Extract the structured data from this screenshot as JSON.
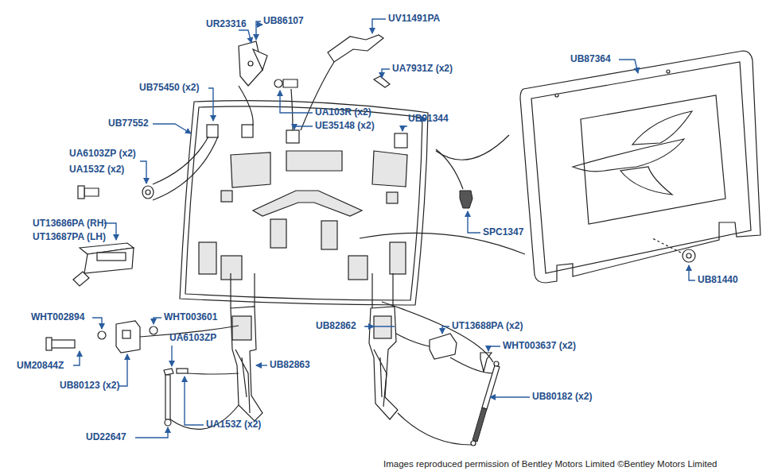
{
  "diagram": {
    "caption": "Images reproduced permission of Bentley Motors Limited ©Bentley Motors Limited",
    "labels": [
      "UR23316",
      "UB86107",
      "UV11491PA",
      "UB87364",
      "UA7931Z (x2)",
      "UB75450 (x2)",
      "UA103R (x2)",
      "UE35148 (x2)",
      "UB91344",
      "UB77552",
      "UA6103ZP (x2)",
      "UA153Z (x2)",
      "UT13686PA (RH)",
      "UT13687PA (LH)",
      "SPC1347",
      "UB81440",
      "WHT002894",
      "WHT003601",
      "UA6103ZP",
      "UM20844Z",
      "UT13688PA (x2)",
      "WHT003637 (x2)",
      "UB82862",
      "UB82863",
      "UB80123 (x2)",
      "UB80182 (x2)",
      "UA153Z (x2)",
      "UD22647"
    ]
  }
}
